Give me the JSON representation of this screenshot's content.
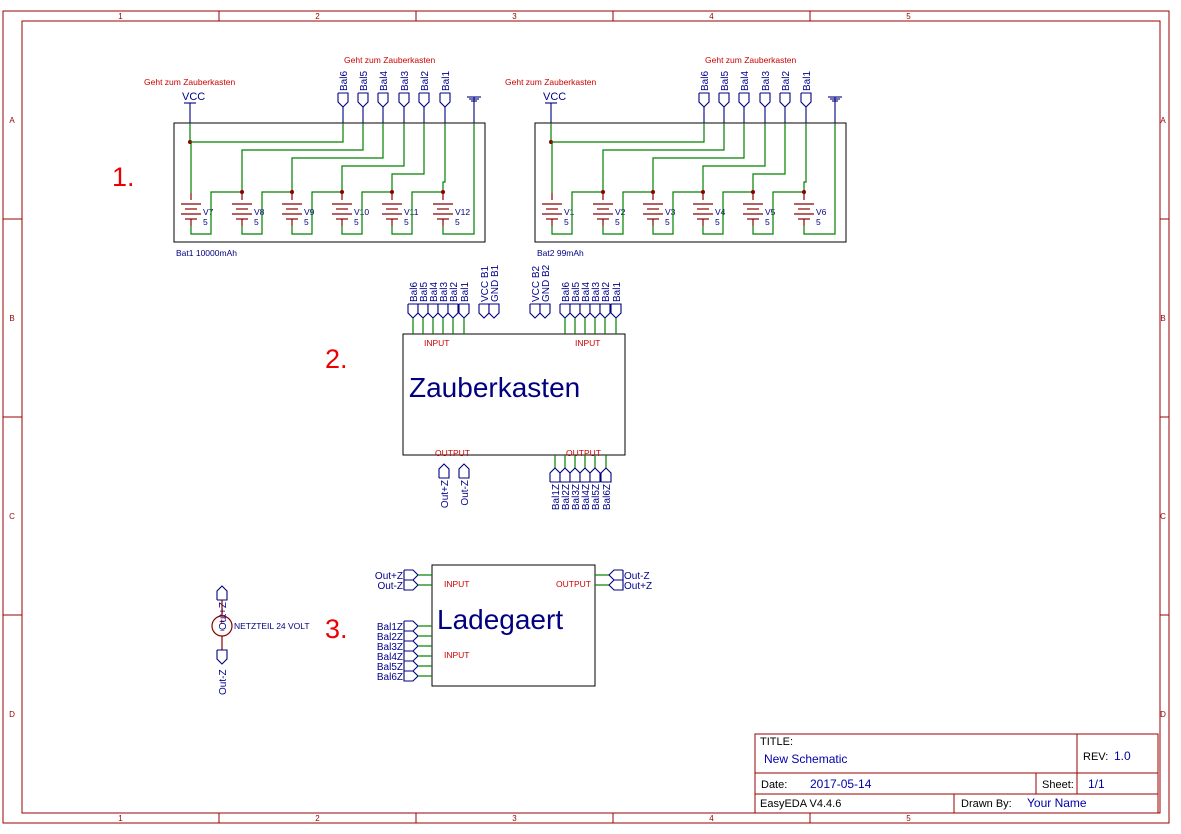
{
  "frame": {
    "columns": [
      "1",
      "2",
      "3",
      "4",
      "5"
    ],
    "rows": [
      "A",
      "B",
      "C",
      "D"
    ]
  },
  "section_numbers": [
    "1.",
    "2.",
    "3."
  ],
  "battery_packs": [
    {
      "name": "Bat1 10000mAh",
      "vcc_note": "Geht zum Zauberkasten",
      "vcc_label": "VCC",
      "bal_note": "Geht zum Zauberkasten",
      "bal_ports": [
        "Bal6",
        "Bal5",
        "Bal4",
        "Bal3",
        "Bal2",
        "Bal1"
      ],
      "cells": [
        {
          "name": "V7",
          "value": "5"
        },
        {
          "name": "V8",
          "value": "5"
        },
        {
          "name": "V9",
          "value": "5"
        },
        {
          "name": "V10",
          "value": "5"
        },
        {
          "name": "V11",
          "value": "5"
        },
        {
          "name": "V12",
          "value": "5"
        }
      ]
    },
    {
      "name": "Bat2 99mAh",
      "vcc_note": "Geht zum Zauberkasten",
      "vcc_label": "VCC",
      "bal_note": "Geht zum Zauberkasten",
      "bal_ports": [
        "Bal6",
        "Bal5",
        "Bal4",
        "Bal3",
        "Bal2",
        "Bal1"
      ],
      "cells": [
        {
          "name": "V1",
          "value": "5"
        },
        {
          "name": "V2",
          "value": "5"
        },
        {
          "name": "V3",
          "value": "5"
        },
        {
          "name": "V4",
          "value": "5"
        },
        {
          "name": "V5",
          "value": "5"
        },
        {
          "name": "V6",
          "value": "5"
        }
      ]
    }
  ],
  "zauberkasten": {
    "title": "Zauberkasten",
    "input_left_label": "INPUT",
    "input_right_label": "INPUT",
    "output_left_label": "OUTPUT",
    "output_right_label": "OUTPUT",
    "top_left_ports": [
      "Bal6",
      "Bal5",
      "Bal4",
      "Bal3",
      "Bal2",
      "Bal1"
    ],
    "top_mid_left_ports": [
      "VCC B1",
      "GND B1"
    ],
    "top_mid_right_ports": [
      "VCC B2",
      "GND B2"
    ],
    "top_right_ports": [
      "Bal6",
      "Bal5",
      "Bal4",
      "Bal3",
      "Bal2",
      "Bal1"
    ],
    "bottom_left_ports": [
      "Out+Z",
      "Out-Z"
    ],
    "bottom_right_ports": [
      "Bal1Z",
      "Bal2Z",
      "Bal3Z",
      "Bal4Z",
      "Bal5Z",
      "Bal6Z"
    ]
  },
  "netzteil": {
    "label": "NETZTEIL 24 VOLT",
    "top_port": "Out+Z",
    "bottom_port": "Out-Z"
  },
  "ladegaert": {
    "title": "Ladegaert",
    "input_top_label": "INPUT",
    "input_bottom_label": "INPUT",
    "output_label": "OUTPUT",
    "left_top_ports": [
      "Out+Z",
      "Out-Z"
    ],
    "left_bal_ports": [
      "Bal1Z",
      "Bal2Z",
      "Bal3Z",
      "Bal4Z",
      "Bal5Z",
      "Bal6Z"
    ],
    "right_ports": [
      "Out-Z",
      "Out+Z"
    ]
  },
  "title_block": {
    "title_label": "TITLE:",
    "title_value": "New Schematic",
    "rev_label": "REV:",
    "rev_value": "1.0",
    "date_label": "Date:",
    "date_value": "2017-05-14",
    "sheet_label": "Sheet:",
    "sheet_value": "1/1",
    "software": "EasyEDA V4.4.6",
    "drawn_label": "Drawn By:",
    "drawn_value": "Your Name"
  }
}
